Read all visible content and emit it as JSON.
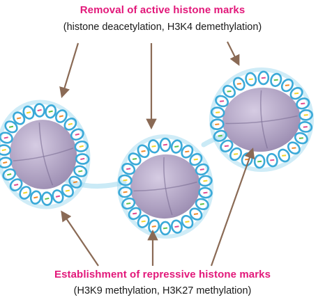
{
  "top_label": {
    "title": "Removal of active histone marks",
    "subtitle": "(histone deacetylation, H3K4 demethylation)"
  },
  "bottom_label": {
    "title": "Establishment of repressive histone marks",
    "subtitle": "(H3K9 methylation, H3K27 methylation)"
  },
  "colors": {
    "heading": "#e2187a",
    "arrow": "#8a6a55",
    "dna_outer": "#3aa9d8",
    "dna_inner": "#9fd9ef",
    "histone_core": "#9a8bb0",
    "histone_highlight": "#d6cce3",
    "base_pair_colors": [
      "#f2d42a",
      "#e04a8e",
      "#5fbf4a",
      "#f08a2a"
    ]
  },
  "nucleosome_count": 3
}
